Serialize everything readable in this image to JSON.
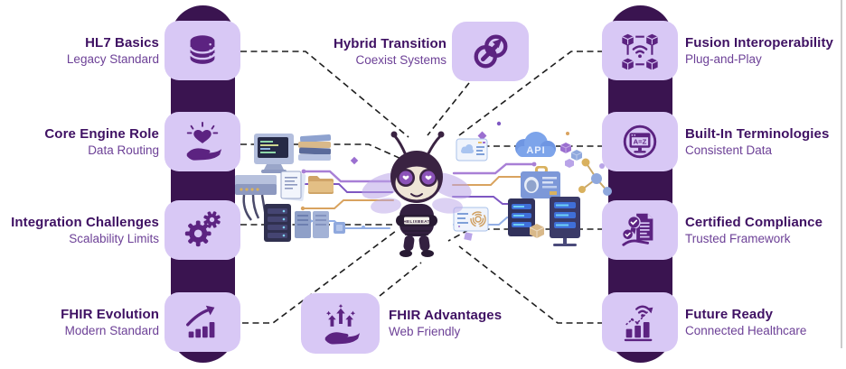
{
  "colors": {
    "bar": "#3a1450",
    "tile": "#d8c8f5",
    "icon": "#5c2381",
    "title_text": "#3f1163",
    "subtitle_text": "#6d4197",
    "connector": "#1e1e1e",
    "edge_line": "#cbcbcb",
    "api_cloud": "#7da4ea"
  },
  "features": [
    {
      "id": "hl7-basics",
      "side": "left",
      "title": "HL7 Basics",
      "subtitle": "Legacy Standard",
      "icon": "database-icon"
    },
    {
      "id": "core-engine-role",
      "side": "left",
      "title": "Core Engine Role",
      "subtitle": "Data Routing",
      "icon": "hand-heart-icon"
    },
    {
      "id": "integration-challenges",
      "side": "left",
      "title": "Integration Challenges",
      "subtitle": "Scalability Limits",
      "icon": "gears-icon"
    },
    {
      "id": "fhir-evolution",
      "side": "left",
      "title": "FHIR Evolution",
      "subtitle": "Modern Standard",
      "icon": "growth-arrow-chart-icon"
    },
    {
      "id": "hybrid-transition",
      "side": "center-top",
      "title": "Hybrid Transition",
      "subtitle": "Coexist Systems",
      "icon": "linked-rings-arrow-icon"
    },
    {
      "id": "fhir-advantages",
      "side": "center-bottom",
      "title": "FHIR Advantages",
      "subtitle": "Web Friendly",
      "icon": "hand-rising-arrows-icon"
    },
    {
      "id": "fusion-interoperability",
      "side": "right",
      "title": "Fusion Interoperability",
      "subtitle": "Plug-and-Play",
      "icon": "connected-cubes-wifi-icon"
    },
    {
      "id": "built-in-terminologies",
      "side": "right",
      "title": "Built-In Terminologies",
      "subtitle": "Consistent Data",
      "icon": "a-to-z-monitor-icon"
    },
    {
      "id": "certified-compliance",
      "side": "right",
      "title": "Certified Compliance",
      "subtitle": "Trusted Framework",
      "icon": "certificate-badge-icon"
    },
    {
      "id": "future-ready",
      "side": "right",
      "title": "Future Ready",
      "subtitle": "Connected Healthcare",
      "icon": "growth-wifi-chart-icon"
    }
  ],
  "icon_texts": {
    "terminology": "A=Z"
  },
  "mascot": {
    "name": "bee-mascot",
    "chest_label": "HELIXBEAT"
  },
  "decor": {
    "api_label": "API",
    "illustrations": [
      "crt-computer",
      "book-stack",
      "network-switch",
      "document-stack",
      "folder",
      "server-tower",
      "server-rack",
      "circuit-traces",
      "health-card",
      "api-cloud",
      "data-cubes",
      "id-badge-card",
      "molecule-network",
      "fingerprint-card",
      "server-tower-right",
      "server-tower-stand",
      "tan-cube"
    ]
  }
}
